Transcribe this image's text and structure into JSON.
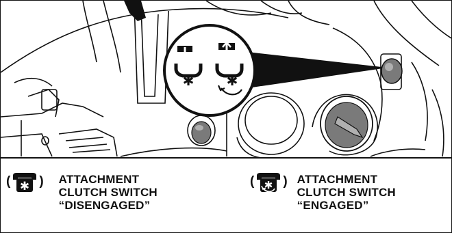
{
  "legend": {
    "disengaged": {
      "open_paren": "(",
      "close_paren": ")",
      "icon": "clutch-disengaged-icon",
      "lines": [
        "ATTACHMENT",
        "CLUTCH SWITCH",
        "“DISENGAGED”"
      ]
    },
    "engaged": {
      "open_paren": "(",
      "close_paren": ")",
      "icon": "clutch-engaged-icon",
      "lines": [
        "ATTACHMENT",
        "CLUTCH SWITCH",
        "“ENGAGED”"
      ]
    }
  },
  "colors": {
    "line": "#111111",
    "knob": "#7a7a7a",
    "knob_highlight": "#b0b0b0",
    "background": "#ffffff"
  }
}
